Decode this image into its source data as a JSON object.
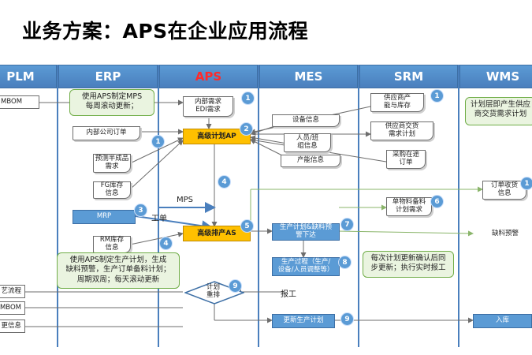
{
  "title": "业务方案：APS在企业应用流程",
  "lanes": [
    "PLM",
    "ERP",
    "APS",
    "MES",
    "SRM",
    "WMS"
  ],
  "plm": {
    "mbom": "MBOM",
    "process": "艺流程",
    "mbom2": "MBOM",
    "change": "更信息"
  },
  "erp": {
    "internal_order": "内部公司订单",
    "forecast": "预测半成品\n需求",
    "fg_stock": "FG库存\n信息",
    "mrp": "MRP",
    "rm_stock": "RM库存\n信息"
  },
  "aps": {
    "internal_demand": "内部需求\nEDI需求",
    "master_plan": "高级计划AP",
    "advanced_schedule": "高级排产AS",
    "replan": "计划\n重排",
    "mps_label": "MPS",
    "work_order_label": "工单"
  },
  "mes": {
    "equipment": "设备信息",
    "staff": "人员/班\n组信息",
    "capacity": "产能信息",
    "production_plan": "生产计划&缺料预\n警下达",
    "production_process": "生产过程（生产/\n设备/人员调整等）",
    "report_label": "报工",
    "update_plan": "更新生产计划"
  },
  "srm": {
    "supplier_capacity": "供应商产\n能与库存",
    "supplier_demand": "供应商交货\n需求计划",
    "purchase_transit": "采购在途\n订单",
    "material_plan": "单物料备料\n计划需求"
  },
  "wms": {
    "receipt": "订单收货\n信息",
    "shortage": "缺料预警",
    "warehousing": "入库"
  },
  "callouts": {
    "mps": "使用APS制定MPS\n每周滚动更新；",
    "schedule": "使用APS制定生产计划，生成\n缺料预警，生产订单备料计划；\n周期双周；每天滚动更新",
    "wms": "计划层即产生供应\n商交货需求计划",
    "update": "每次计划更新确认后同\n步更新；执行实时报工"
  },
  "steps": [
    "1",
    "1",
    "1",
    "2",
    "3",
    "4",
    "4",
    "5",
    "6",
    "7",
    "8",
    "9",
    "9",
    "1"
  ]
}
